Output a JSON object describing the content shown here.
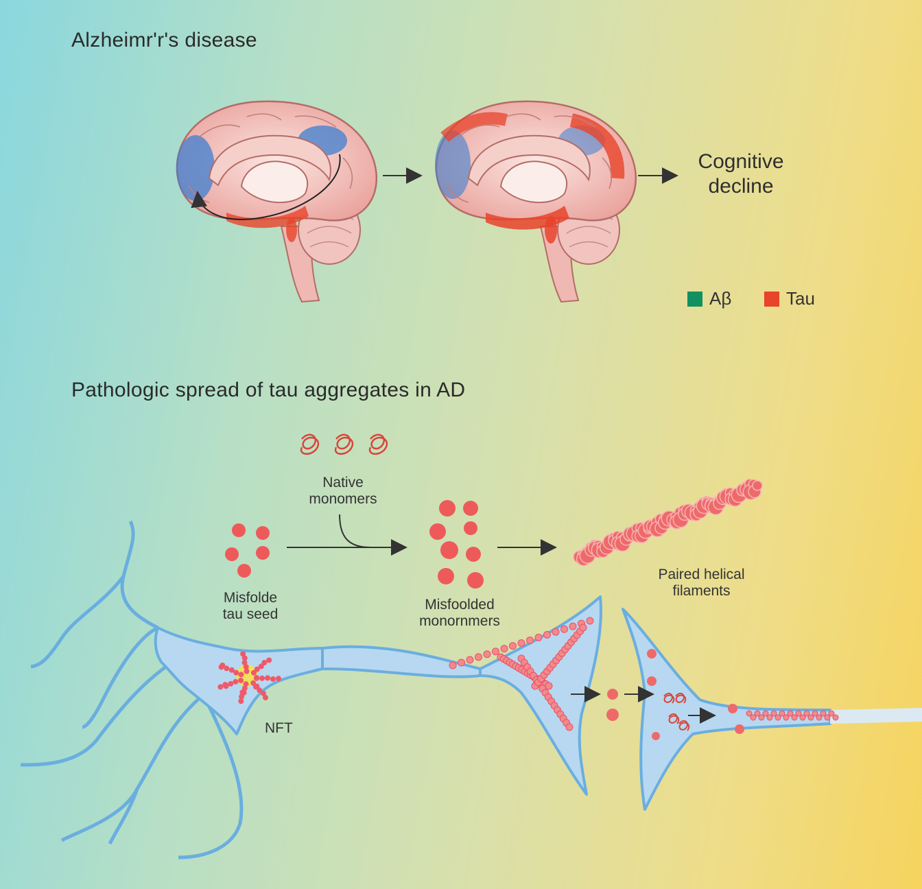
{
  "title_top": "Alzheimr'r's disease",
  "title_bottom": "Pathologic spread of tau aggregates in AD",
  "outcome": [
    "Cognitive",
    "decline"
  ],
  "legend": [
    {
      "label": "Aβ",
      "color": "#119060"
    },
    {
      "label": "Tau",
      "color": "#e8432b"
    }
  ],
  "labels": {
    "native": [
      "Native",
      "monomers"
    ],
    "seed": [
      "Misfolde",
      "tau seed"
    ],
    "misfolded": [
      "Misfoolded",
      "monornmers"
    ],
    "phf": [
      "Paired helical",
      "filaments"
    ],
    "nft": "NFT"
  },
  "colors": {
    "tau_red": "#e8432b",
    "neuron_blue": "#6aaee0",
    "neuron_fill": "#b7d8f0",
    "brain_pink": "#efb3ae",
    "amyloid_blue": "#3e7fd0"
  }
}
